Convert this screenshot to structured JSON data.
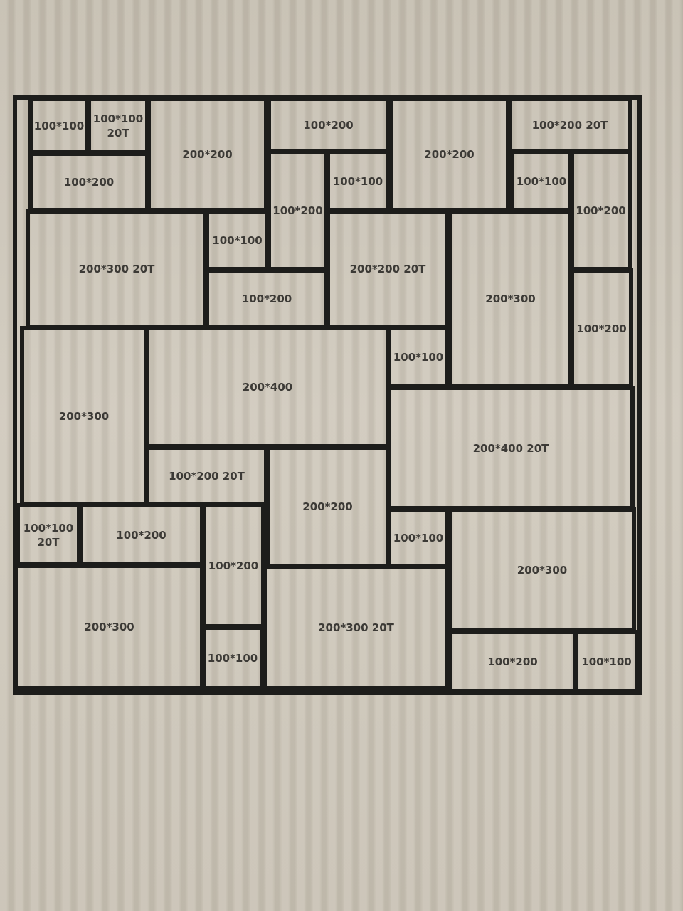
{
  "tiles": [
    {
      "label": "100*100"
    },
    {
      "label": "100*100\n20T"
    },
    {
      "label": "200*200"
    },
    {
      "label": "100*200"
    },
    {
      "label": "200*200"
    },
    {
      "label": "100*200 20T"
    },
    {
      "label": "100*200"
    },
    {
      "label": "100*200"
    },
    {
      "label": "100*100"
    },
    {
      "label": "100*100"
    },
    {
      "label": "100*200"
    },
    {
      "label": "200*300 20T"
    },
    {
      "label": "100*100"
    },
    {
      "label": "200*200 20T"
    },
    {
      "label": "200*300"
    },
    {
      "label": "100*200"
    },
    {
      "label": "100*200"
    },
    {
      "label": "200*300"
    },
    {
      "label": "200*400"
    },
    {
      "label": "100*100"
    },
    {
      "label": "200*400 20T"
    },
    {
      "label": "100*200 20T"
    },
    {
      "label": "200*200"
    },
    {
      "label": "100*100\n20T"
    },
    {
      "label": "100*200"
    },
    {
      "label": "100*200"
    },
    {
      "label": "100*100"
    },
    {
      "label": "200*300"
    },
    {
      "label": "200*300"
    },
    {
      "label": "200*300 20T"
    },
    {
      "label": "100*100"
    },
    {
      "label": "100*200"
    },
    {
      "label": "100*100"
    }
  ]
}
